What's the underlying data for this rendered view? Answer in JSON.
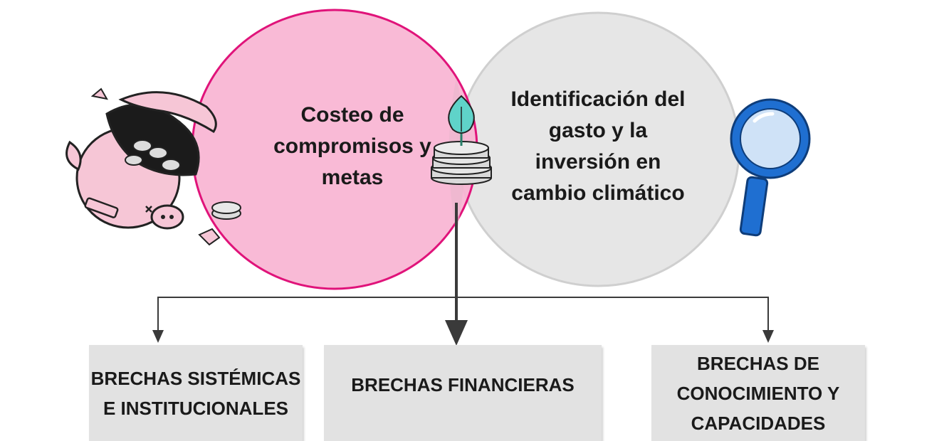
{
  "circles": {
    "left_text": "Costeo de compromisos y metas",
    "right_text": "Identificación del gasto y la inversión en cambio climático",
    "left_color": "#f8b4d2",
    "left_stroke": "#e0137a",
    "right_color": "#e6e6e6",
    "right_stroke": "#cfcfcf"
  },
  "icons": {
    "left": "broken-piggy-bank-icon",
    "center": "coins-with-sprout-icon",
    "right": "magnifying-glass-icon"
  },
  "boxes": [
    {
      "label": "BRECHAS SISTÉMICAS E INSTITUCIONALES"
    },
    {
      "label": "BRECHAS FINANCIERAS"
    },
    {
      "label": "BRECHAS DE CONOCIMIENTO Y CAPACIDADES"
    }
  ],
  "box_color": "#e2e2e2",
  "connector_color": "#3a3a3a"
}
